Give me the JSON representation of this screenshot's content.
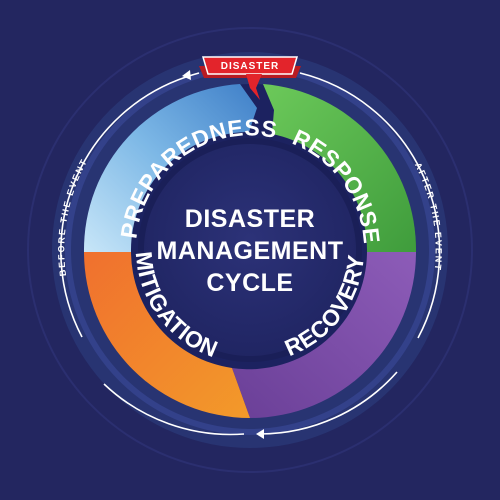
{
  "center": {
    "line1": "DISASTER",
    "line2": "MANAGEMENT",
    "line3": "CYCLE"
  },
  "banner": {
    "label": "DISASTER"
  },
  "stages": [
    {
      "label": "RESPONSE",
      "color": "#55b347"
    },
    {
      "label": "RECOVERY",
      "color": "#7b4fa6"
    },
    {
      "label": "MITIGATION",
      "color": "#ef7b2d"
    },
    {
      "label": "PREPAREDNESS",
      "color": "#5f9ed8"
    }
  ],
  "side_labels": {
    "left": "BEFORE THE EVENT",
    "right": "AFTER THE EVENT"
  },
  "colors": {
    "background": "#232660",
    "ring": "#2a3878",
    "center": "#252a66",
    "banner": "#e3242b"
  }
}
